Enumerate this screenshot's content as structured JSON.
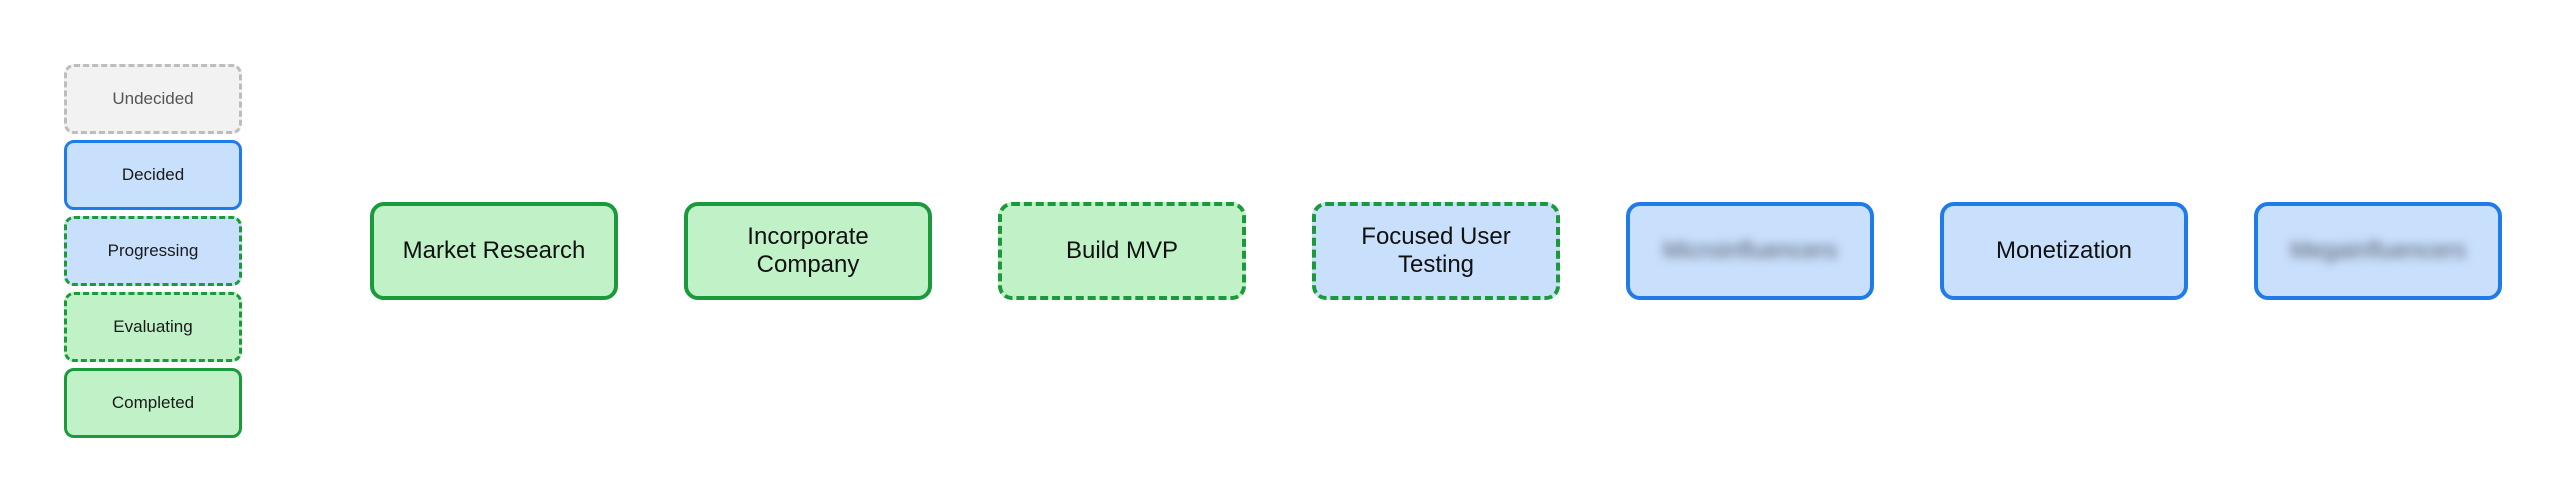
{
  "legend": {
    "items": [
      {
        "label": "Undecided",
        "status": "undecided"
      },
      {
        "label": "Decided",
        "status": "decided"
      },
      {
        "label": "Progressing",
        "status": "progressing"
      },
      {
        "label": "Evaluating",
        "status": "evaluating"
      },
      {
        "label": "Completed",
        "status": "completed"
      }
    ]
  },
  "flow": {
    "nodes": [
      {
        "label": "Market Research",
        "status": "completed"
      },
      {
        "label": "Incorporate Company",
        "status": "completed"
      },
      {
        "label": "Build MVP",
        "status": "evaluating"
      },
      {
        "label": "Focused User Testing",
        "status": "progressing"
      },
      {
        "label": "Microinfluencers",
        "status": "decided",
        "obscured": true
      },
      {
        "label": "Monetization",
        "status": "decided"
      },
      {
        "label": "Megainfluencers",
        "status": "decided",
        "obscured": true
      }
    ]
  },
  "colors": {
    "completed_fill": "#c1f2c7",
    "green_border": "#1b9a3b",
    "decided_fill": "#c9e0fd",
    "blue_border": "#1f7bea",
    "undecided_fill": "#f2f2f2",
    "grey_border": "#bdbdbd"
  }
}
